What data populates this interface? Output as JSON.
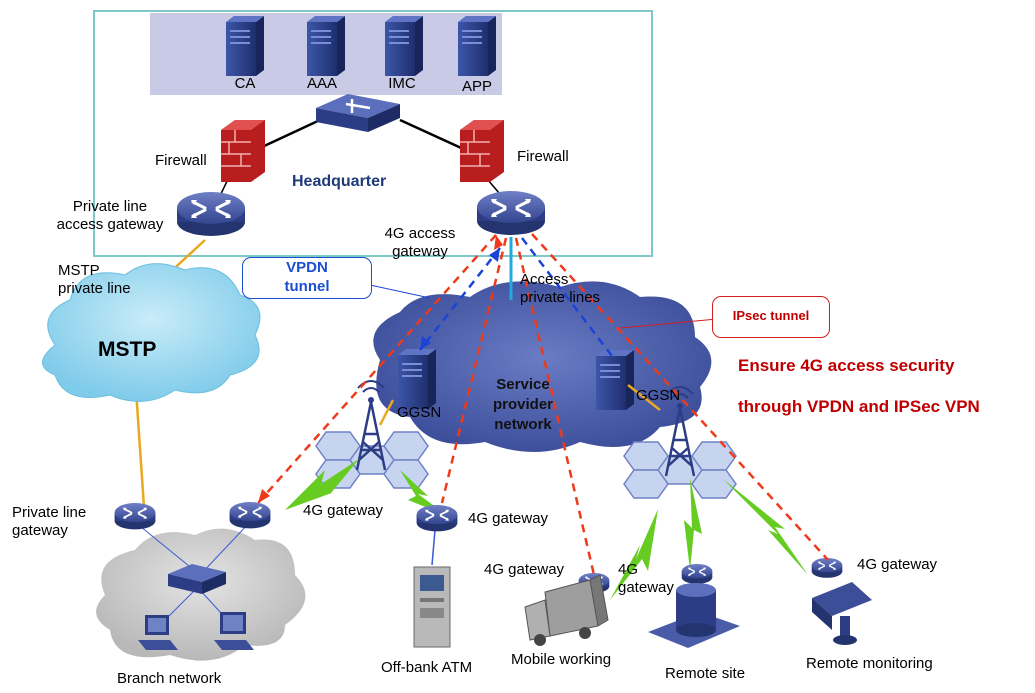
{
  "headquarter": {
    "title": "Headquarter",
    "servers": [
      "CA",
      "AAA",
      "IMC",
      "APP"
    ],
    "firewall_left": "Firewall",
    "firewall_right": "Firewall",
    "private_line_access_gateway": [
      "Private line",
      "access gateway"
    ],
    "access_gateway_4g": [
      "4G access",
      "gateway"
    ]
  },
  "links": {
    "mstp_private_line": [
      "MSTP",
      "private line"
    ],
    "access_private_lines": [
      "Access",
      "private lines"
    ],
    "vpdn_tunnel": [
      "VPDN",
      "tunnel"
    ],
    "ipsec_tunnel": "IPsec tunnel"
  },
  "clouds": {
    "mstp": "MSTP",
    "service_provider": [
      "Service",
      "provider",
      "network"
    ],
    "ggsn_left": "GGSN",
    "ggsn_right": "GGSN"
  },
  "branch": {
    "private_line_gateway": [
      "Private line",
      "gateway"
    ],
    "network": "Branch network"
  },
  "edge": {
    "gw_branch": "4G gateway",
    "gw_atm": "4G gateway",
    "gw_mobile": "4G gateway",
    "gw_remote_site": [
      "4G",
      "gateway"
    ],
    "gw_monitoring": "4G gateway",
    "atm": "Off-bank ATM",
    "mobile": "Mobile working",
    "remote_site": "Remote site",
    "monitoring": "Remote monitoring"
  },
  "note": [
    "Ensure 4G access security",
    "through VPDN and IPSec VPN"
  ],
  "colors": {
    "hq_border": "#7ec8c8",
    "server_panel": "#c9cbe6",
    "device_blue": "#2c3d86",
    "cloud_blue": "#3b4d9e",
    "mstp_cloud": "#8fd3ee",
    "branch_cloud": "#c8c8c8",
    "orange_line": "#e8a820",
    "ipsec_red": "#ee3a1a",
    "vpdn_blue": "#1b44d6",
    "lightning": "#66cc22",
    "note_red": "#c00000"
  }
}
